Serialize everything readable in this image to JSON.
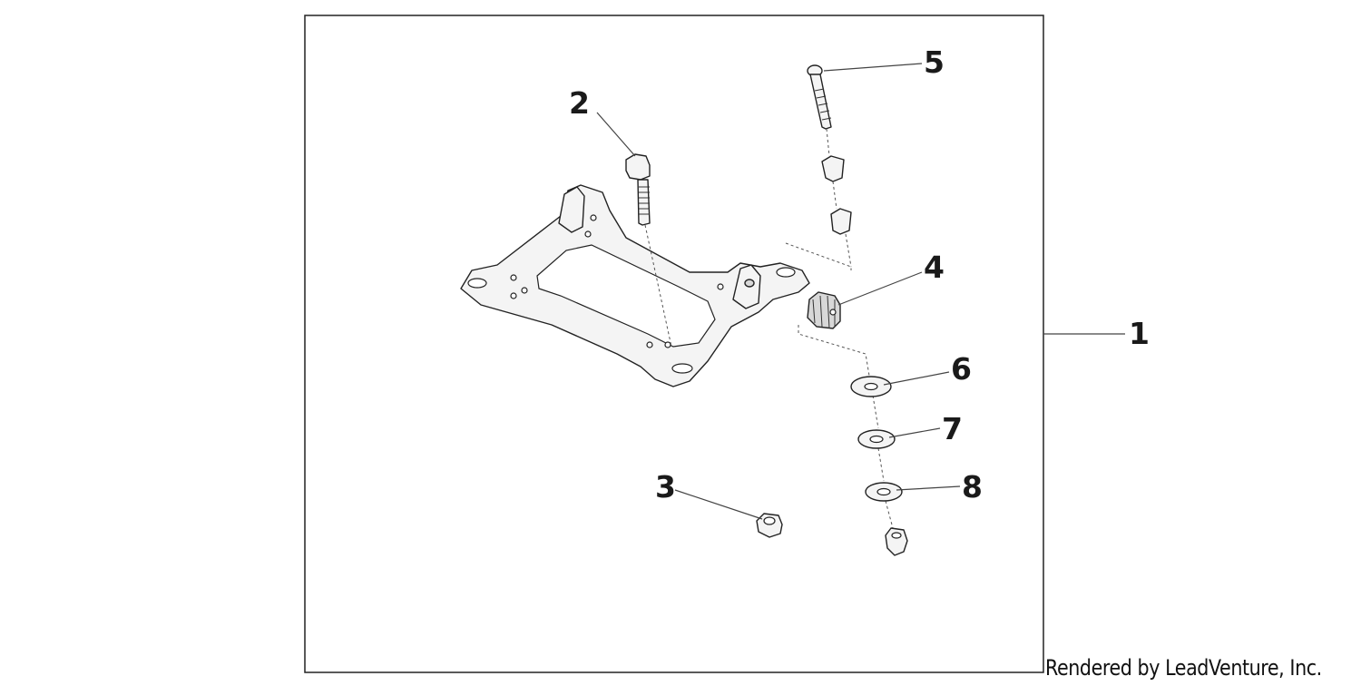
{
  "diagram": {
    "callouts": [
      "1",
      "2",
      "3",
      "4",
      "5",
      "6",
      "7",
      "8"
    ],
    "credit": "Rendered by LeadVenture, Inc."
  }
}
